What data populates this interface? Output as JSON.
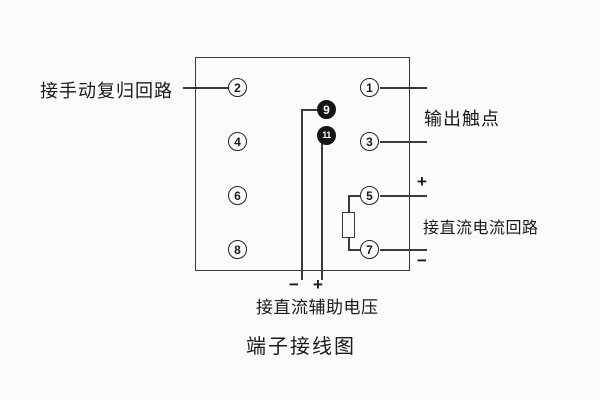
{
  "title": "端子接线图",
  "labels": {
    "manual_reset_circuit": "接手动复归回路",
    "output_contact": "输出触点",
    "dc_current_circuit": "接直流电流回路",
    "dc_aux_voltage": "接直流辅助电压",
    "plus_dc_current": "+",
    "minus_dc_current": "−",
    "minus_aux": "−",
    "plus_aux": "+"
  },
  "terminals": {
    "t1": "1",
    "t2": "2",
    "t3": "3",
    "t4": "4",
    "t5": "5",
    "t6": "6",
    "t7": "7",
    "t8": "8",
    "t9": "9",
    "t11": "11"
  }
}
